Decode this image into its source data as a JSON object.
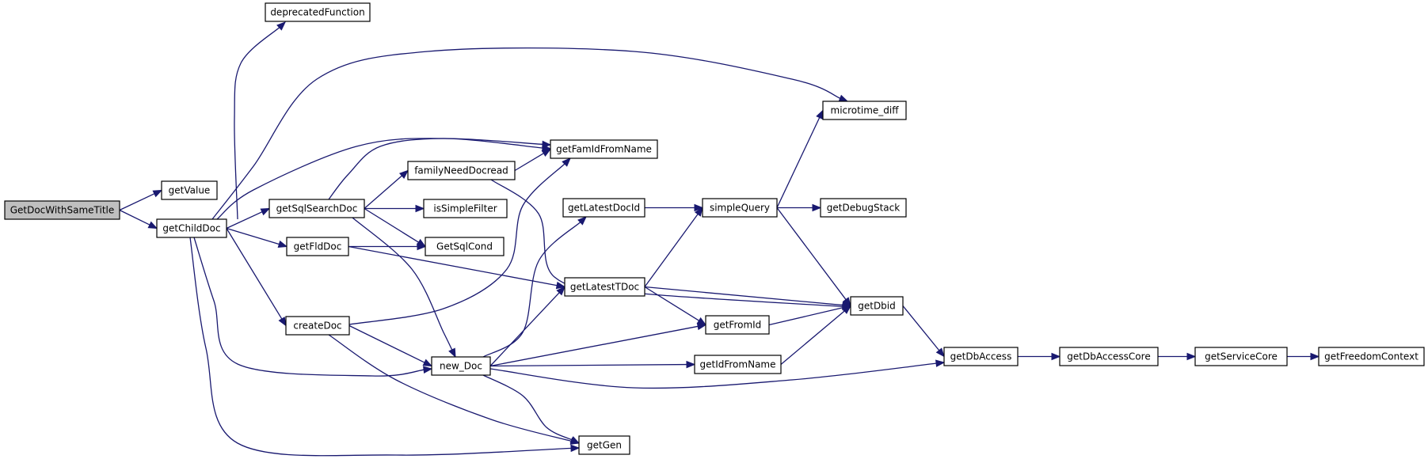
{
  "nodes": [
    {
      "id": "GetDocWithSameTitle",
      "label": "GetDocWithSameTitle",
      "root": true
    },
    {
      "id": "getValue",
      "label": "getValue"
    },
    {
      "id": "getChildDoc",
      "label": "getChildDoc"
    },
    {
      "id": "deprecatedFunction",
      "label": "deprecatedFunction"
    },
    {
      "id": "getSqlSearchDoc",
      "label": "getSqlSearchDoc"
    },
    {
      "id": "getFldDoc",
      "label": "getFldDoc"
    },
    {
      "id": "createDoc",
      "label": "createDoc"
    },
    {
      "id": "familyNeedDocread",
      "label": "familyNeedDocread"
    },
    {
      "id": "isSimpleFilter",
      "label": "isSimpleFilter"
    },
    {
      "id": "GetSqlCond",
      "label": "GetSqlCond"
    },
    {
      "id": "new_Doc",
      "label": "new_Doc"
    },
    {
      "id": "getFamIdFromName",
      "label": "getFamIdFromName"
    },
    {
      "id": "getLatestDocId",
      "label": "getLatestDocId"
    },
    {
      "id": "getLatestTDoc",
      "label": "getLatestTDoc"
    },
    {
      "id": "getFromId",
      "label": "getFromId"
    },
    {
      "id": "getIdFromName",
      "label": "getIdFromName"
    },
    {
      "id": "getGen",
      "label": "getGen"
    },
    {
      "id": "simpleQuery",
      "label": "simpleQuery"
    },
    {
      "id": "microtime_diff",
      "label": "microtime_diff"
    },
    {
      "id": "getDebugStack",
      "label": "getDebugStack"
    },
    {
      "id": "getDbid",
      "label": "getDbid"
    },
    {
      "id": "getDbAccess",
      "label": "getDbAccess"
    },
    {
      "id": "getDbAccessCore",
      "label": "getDbAccessCore"
    },
    {
      "id": "getServiceCore",
      "label": "getServiceCore"
    },
    {
      "id": "getFreedomContext",
      "label": "getFreedomContext"
    }
  ],
  "edges": [
    {
      "from": "GetDocWithSameTitle",
      "to": "getValue"
    },
    {
      "from": "GetDocWithSameTitle",
      "to": "getChildDoc"
    },
    {
      "from": "getChildDoc",
      "to": "deprecatedFunction"
    },
    {
      "from": "getChildDoc",
      "to": "microtime_diff"
    },
    {
      "from": "getChildDoc",
      "to": "getFamIdFromName"
    },
    {
      "from": "getChildDoc",
      "to": "getSqlSearchDoc"
    },
    {
      "from": "getChildDoc",
      "to": "getFldDoc"
    },
    {
      "from": "getChildDoc",
      "to": "createDoc"
    },
    {
      "from": "getChildDoc",
      "to": "new_Doc"
    },
    {
      "from": "getChildDoc",
      "to": "getGen"
    },
    {
      "from": "getSqlSearchDoc",
      "to": "getFamIdFromName"
    },
    {
      "from": "getSqlSearchDoc",
      "to": "familyNeedDocread"
    },
    {
      "from": "getSqlSearchDoc",
      "to": "isSimpleFilter"
    },
    {
      "from": "getSqlSearchDoc",
      "to": "GetSqlCond"
    },
    {
      "from": "getSqlSearchDoc",
      "to": "new_Doc"
    },
    {
      "from": "familyNeedDocread",
      "to": "getFamIdFromName"
    },
    {
      "from": "familyNeedDocread",
      "to": "getDbid"
    },
    {
      "from": "getFldDoc",
      "to": "GetSqlCond"
    },
    {
      "from": "getFldDoc",
      "to": "getLatestTDoc"
    },
    {
      "from": "createDoc",
      "to": "getFamIdFromName"
    },
    {
      "from": "createDoc",
      "to": "new_Doc"
    },
    {
      "from": "createDoc",
      "to": "getGen"
    },
    {
      "from": "new_Doc",
      "to": "getLatestDocId"
    },
    {
      "from": "new_Doc",
      "to": "getLatestTDoc"
    },
    {
      "from": "new_Doc",
      "to": "getFromId"
    },
    {
      "from": "new_Doc",
      "to": "getIdFromName"
    },
    {
      "from": "new_Doc",
      "to": "getDbAccess"
    },
    {
      "from": "new_Doc",
      "to": "getGen"
    },
    {
      "from": "getLatestDocId",
      "to": "simpleQuery"
    },
    {
      "from": "getLatestTDoc",
      "to": "simpleQuery"
    },
    {
      "from": "getLatestTDoc",
      "to": "getDbid"
    },
    {
      "from": "getLatestTDoc",
      "to": "getFromId"
    },
    {
      "from": "getFromId",
      "to": "getDbid"
    },
    {
      "from": "getIdFromName",
      "to": "getDbid"
    },
    {
      "from": "simpleQuery",
      "to": "microtime_diff"
    },
    {
      "from": "simpleQuery",
      "to": "getDebugStack"
    },
    {
      "from": "simpleQuery",
      "to": "getDbid"
    },
    {
      "from": "getDbid",
      "to": "getDbAccess"
    },
    {
      "from": "getDbAccess",
      "to": "getDbAccessCore"
    },
    {
      "from": "getDbAccessCore",
      "to": "getServiceCore"
    },
    {
      "from": "getServiceCore",
      "to": "getFreedomContext"
    }
  ]
}
